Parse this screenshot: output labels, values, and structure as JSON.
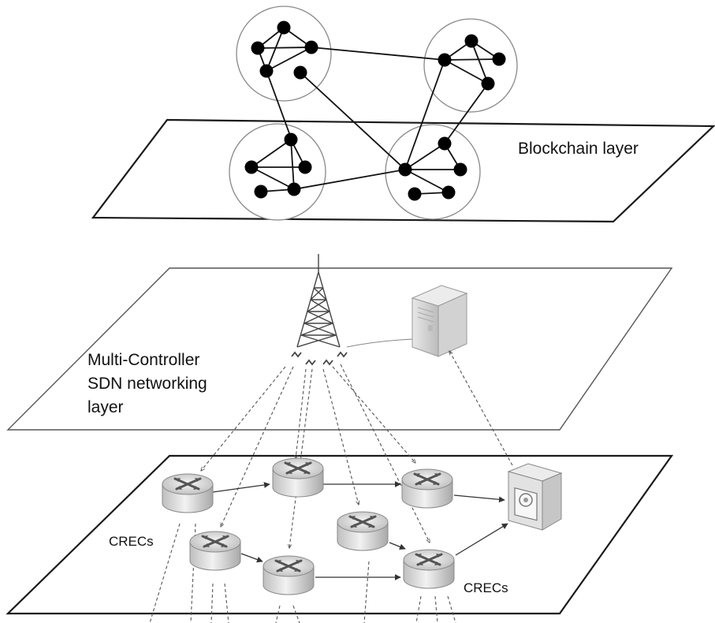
{
  "labels": {
    "blockchain_layer": "Blockchain layer",
    "sdn_line1": "Multi-Controller",
    "sdn_line2": "SDN networking",
    "sdn_line3": "layer",
    "crecs_left": "CRECs",
    "crecs_right": "CRECs"
  },
  "icons": {
    "tower": "radio-tower-icon",
    "server": "server-icon",
    "router": "router-icon",
    "switch": "switch-icon"
  },
  "colors": {
    "node": "#000000",
    "plane_stroke": "#1a1a1a",
    "router_body": "#d9d9d9"
  }
}
